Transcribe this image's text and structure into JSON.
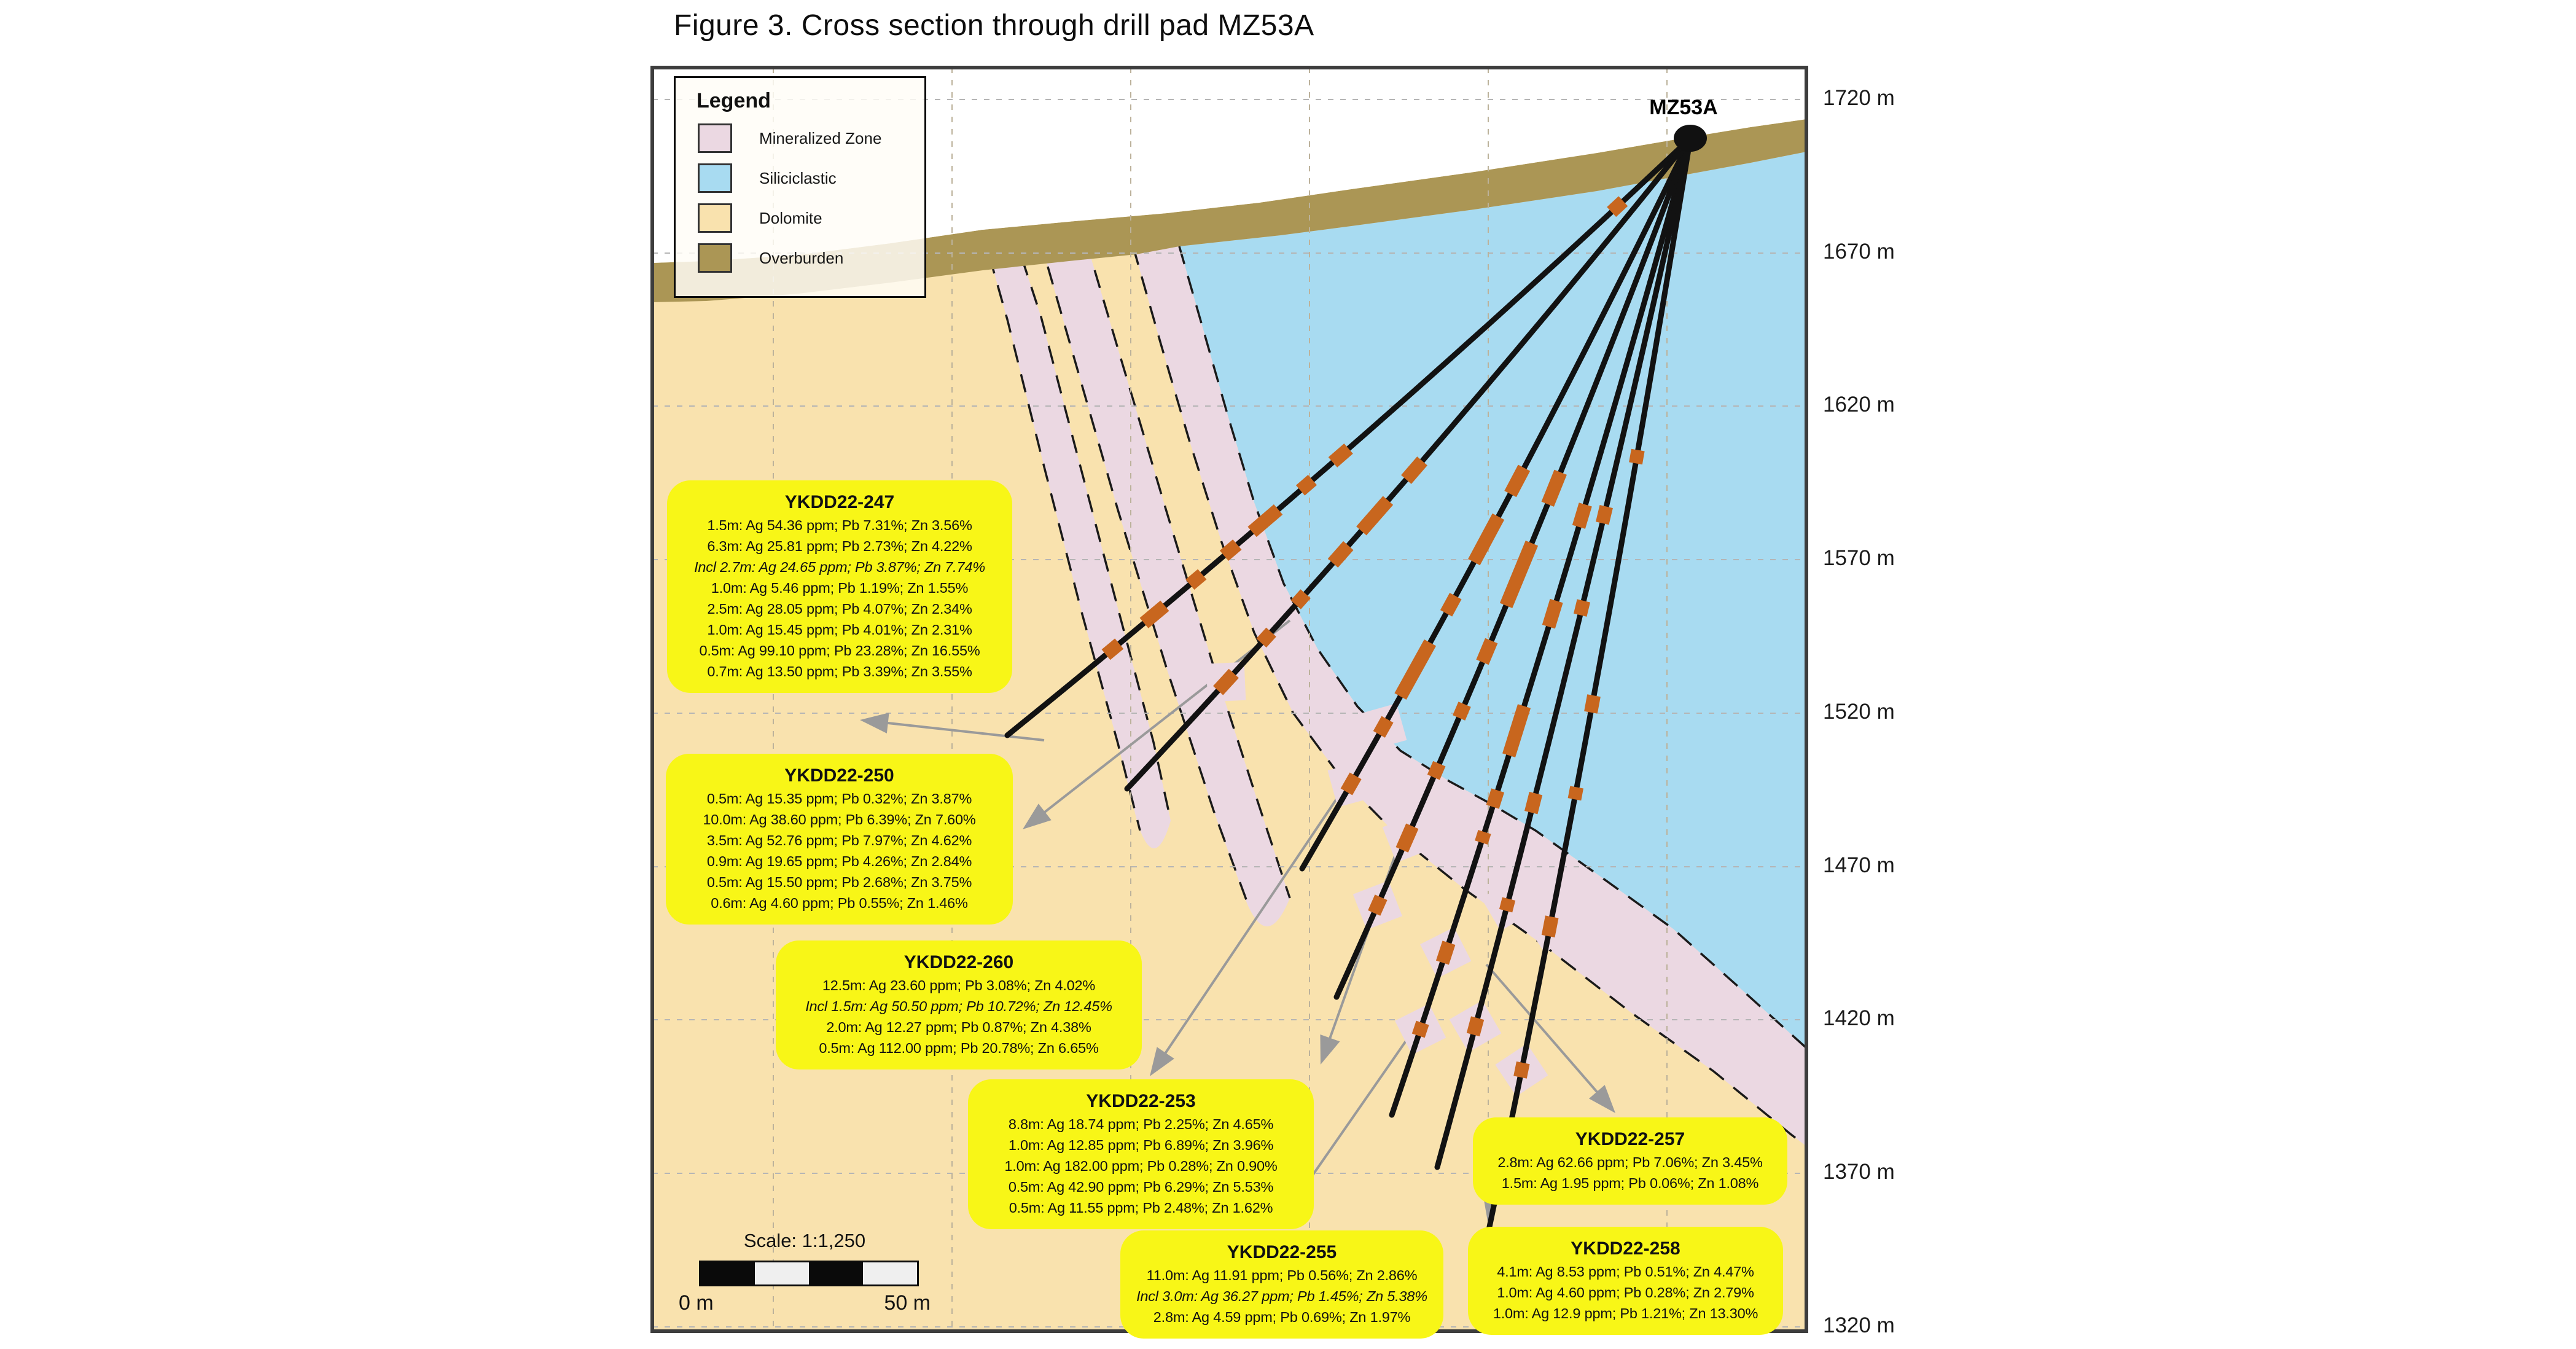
{
  "figure_title": "Figure 3. Cross section through drill pad MZ53A",
  "pad_label": "MZ53A",
  "legend": {
    "title": "Legend",
    "items": [
      {
        "label": "Mineralized Zone",
        "color": "#EBD8E2"
      },
      {
        "label": "Siliciclastic",
        "color": "#A8DBF1"
      },
      {
        "label": "Dolomite",
        "color": "#F9E2AE"
      },
      {
        "label": "Overburden",
        "color": "#AB9655"
      }
    ]
  },
  "elevation_labels": [
    "1720 m",
    "1670 m",
    "1620 m",
    "1570 m",
    "1520 m",
    "1470 m",
    "1420 m",
    "1370 m",
    "1320 m"
  ],
  "scale": {
    "title": "Scale: 1:1,250",
    "min_label": "0 m",
    "max_label": "50 m"
  },
  "colors": {
    "annotation_yellow": "#F8F617",
    "interval_orange": "#C8661E",
    "mineralized_pink": "#EBD8E2",
    "siliciclastic_blue": "#A8DBF1",
    "dolomite_tan": "#F9E2AE",
    "overburden_brown": "#AB9655",
    "drill_trace_black": "#121212",
    "leader_gray": "#9A9A9A"
  },
  "holes": [
    {
      "id": "YKDD22-247",
      "italics": [
        2
      ],
      "lines": [
        "1.5m: Ag 54.36 ppm; Pb 7.31%; Zn 3.56%",
        "6.3m: Ag 25.81 ppm; Pb 2.73%; Zn 4.22%",
        "Incl 2.7m: Ag 24.65 ppm; Pb 3.87%; Zn 7.74%",
        "1.0m: Ag 5.46 ppm; Pb 1.19%; Zn 1.55%",
        "2.5m: Ag 28.05 ppm; Pb 4.07%; Zn 2.34%",
        "1.0m: Ag 15.45 ppm; Pb 4.01%; Zn 2.31%",
        "0.5m: Ag 99.10 ppm; Pb 23.28%; Zn 16.55%",
        "0.7m: Ag 13.50 ppm; Pb 3.39%; Zn 3.55%"
      ]
    },
    {
      "id": "YKDD22-250",
      "italics": [],
      "lines": [
        "0.5m: Ag 15.35 ppm; Pb 0.32%; Zn 3.87%",
        "10.0m: Ag 38.60 ppm; Pb 6.39%; Zn 7.60%",
        "3.5m: Ag 52.76 ppm; Pb 7.97%; Zn 4.62%",
        "0.9m: Ag 19.65 ppm; Pb 4.26%; Zn 2.84%",
        "0.5m: Ag 15.50 ppm; Pb 2.68%; Zn 3.75%",
        "0.6m: Ag 4.60 ppm; Pb 0.55%; Zn 1.46%"
      ]
    },
    {
      "id": "YKDD22-260",
      "italics": [
        1
      ],
      "lines": [
        "12.5m: Ag 23.60 ppm; Pb 3.08%; Zn 4.02%",
        "Incl 1.5m: Ag 50.50 ppm; Pb 10.72%; Zn 12.45%",
        "2.0m: Ag 12.27 ppm; Pb 0.87%; Zn 4.38%",
        "0.5m: Ag 112.00 ppm; Pb 20.78%; Zn 6.65%"
      ]
    },
    {
      "id": "YKDD22-253",
      "italics": [],
      "lines": [
        "8.8m: Ag 18.74 ppm; Pb 2.25%; Zn 4.65%",
        "1.0m: Ag 12.85 ppm; Pb 6.89%; Zn 3.96%",
        "1.0m: Ag 182.00 ppm; Pb 0.28%; Zn 0.90%",
        "0.5m: Ag 42.90 ppm; Pb 6.29%; Zn 5.53%",
        "0.5m: Ag 11.55 ppm; Pb 2.48%; Zn 1.62%"
      ]
    },
    {
      "id": "YKDD22-255",
      "italics": [
        1
      ],
      "lines": [
        "11.0m: Ag 11.91 ppm; Pb 0.56%; Zn 2.86%",
        "Incl 3.0m: Ag 36.27 ppm; Pb 1.45%; Zn 5.38%",
        "2.8m: Ag 4.59 ppm; Pb 0.69%; Zn 1.97%"
      ]
    },
    {
      "id": "YKDD22-257",
      "italics": [],
      "lines": [
        "2.8m: Ag 62.66 ppm; Pb 7.06%; Zn 3.45%",
        "1.5m: Ag 1.95 ppm; Pb 0.06%; Zn 1.08%"
      ]
    },
    {
      "id": "YKDD22-258",
      "italics": [],
      "lines": [
        "4.1m: Ag 8.53 ppm; Pb 0.51%; Zn 4.47%",
        "1.0m: Ag 4.60 ppm; Pb 0.28%; Zn 2.79%",
        "1.0m: Ag 12.9 ppm; Pb 1.21%; Zn 13.30%"
      ]
    }
  ]
}
